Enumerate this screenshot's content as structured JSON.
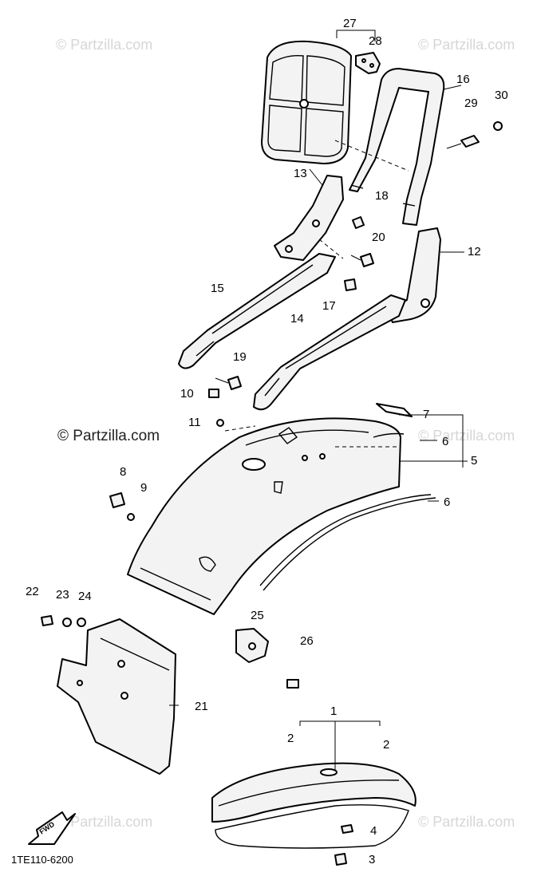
{
  "watermarks": {
    "brand": "© Partzilla.com",
    "brand_dark": "© Partzilla.com"
  },
  "diagram_code": "1TE110-6200",
  "fwd_label": "FWD",
  "callouts": {
    "c1": "1",
    "c2a": "2",
    "c2b": "2",
    "c3": "3",
    "c4": "4",
    "c5": "5",
    "c6a": "6",
    "c6b": "6",
    "c7": "7",
    "c8": "8",
    "c9": "9",
    "c10": "10",
    "c11": "11",
    "c12": "12",
    "c13": "13",
    "c14": "14",
    "c15": "15",
    "c16": "16",
    "c17": "17",
    "c18": "18",
    "c19": "19",
    "c20": "20",
    "c21": "21",
    "c22": "22",
    "c23": "23",
    "c24": "24",
    "c25": "25",
    "c26": "26",
    "c27": "27",
    "c28": "28",
    "c29": "29",
    "c30": "30"
  }
}
